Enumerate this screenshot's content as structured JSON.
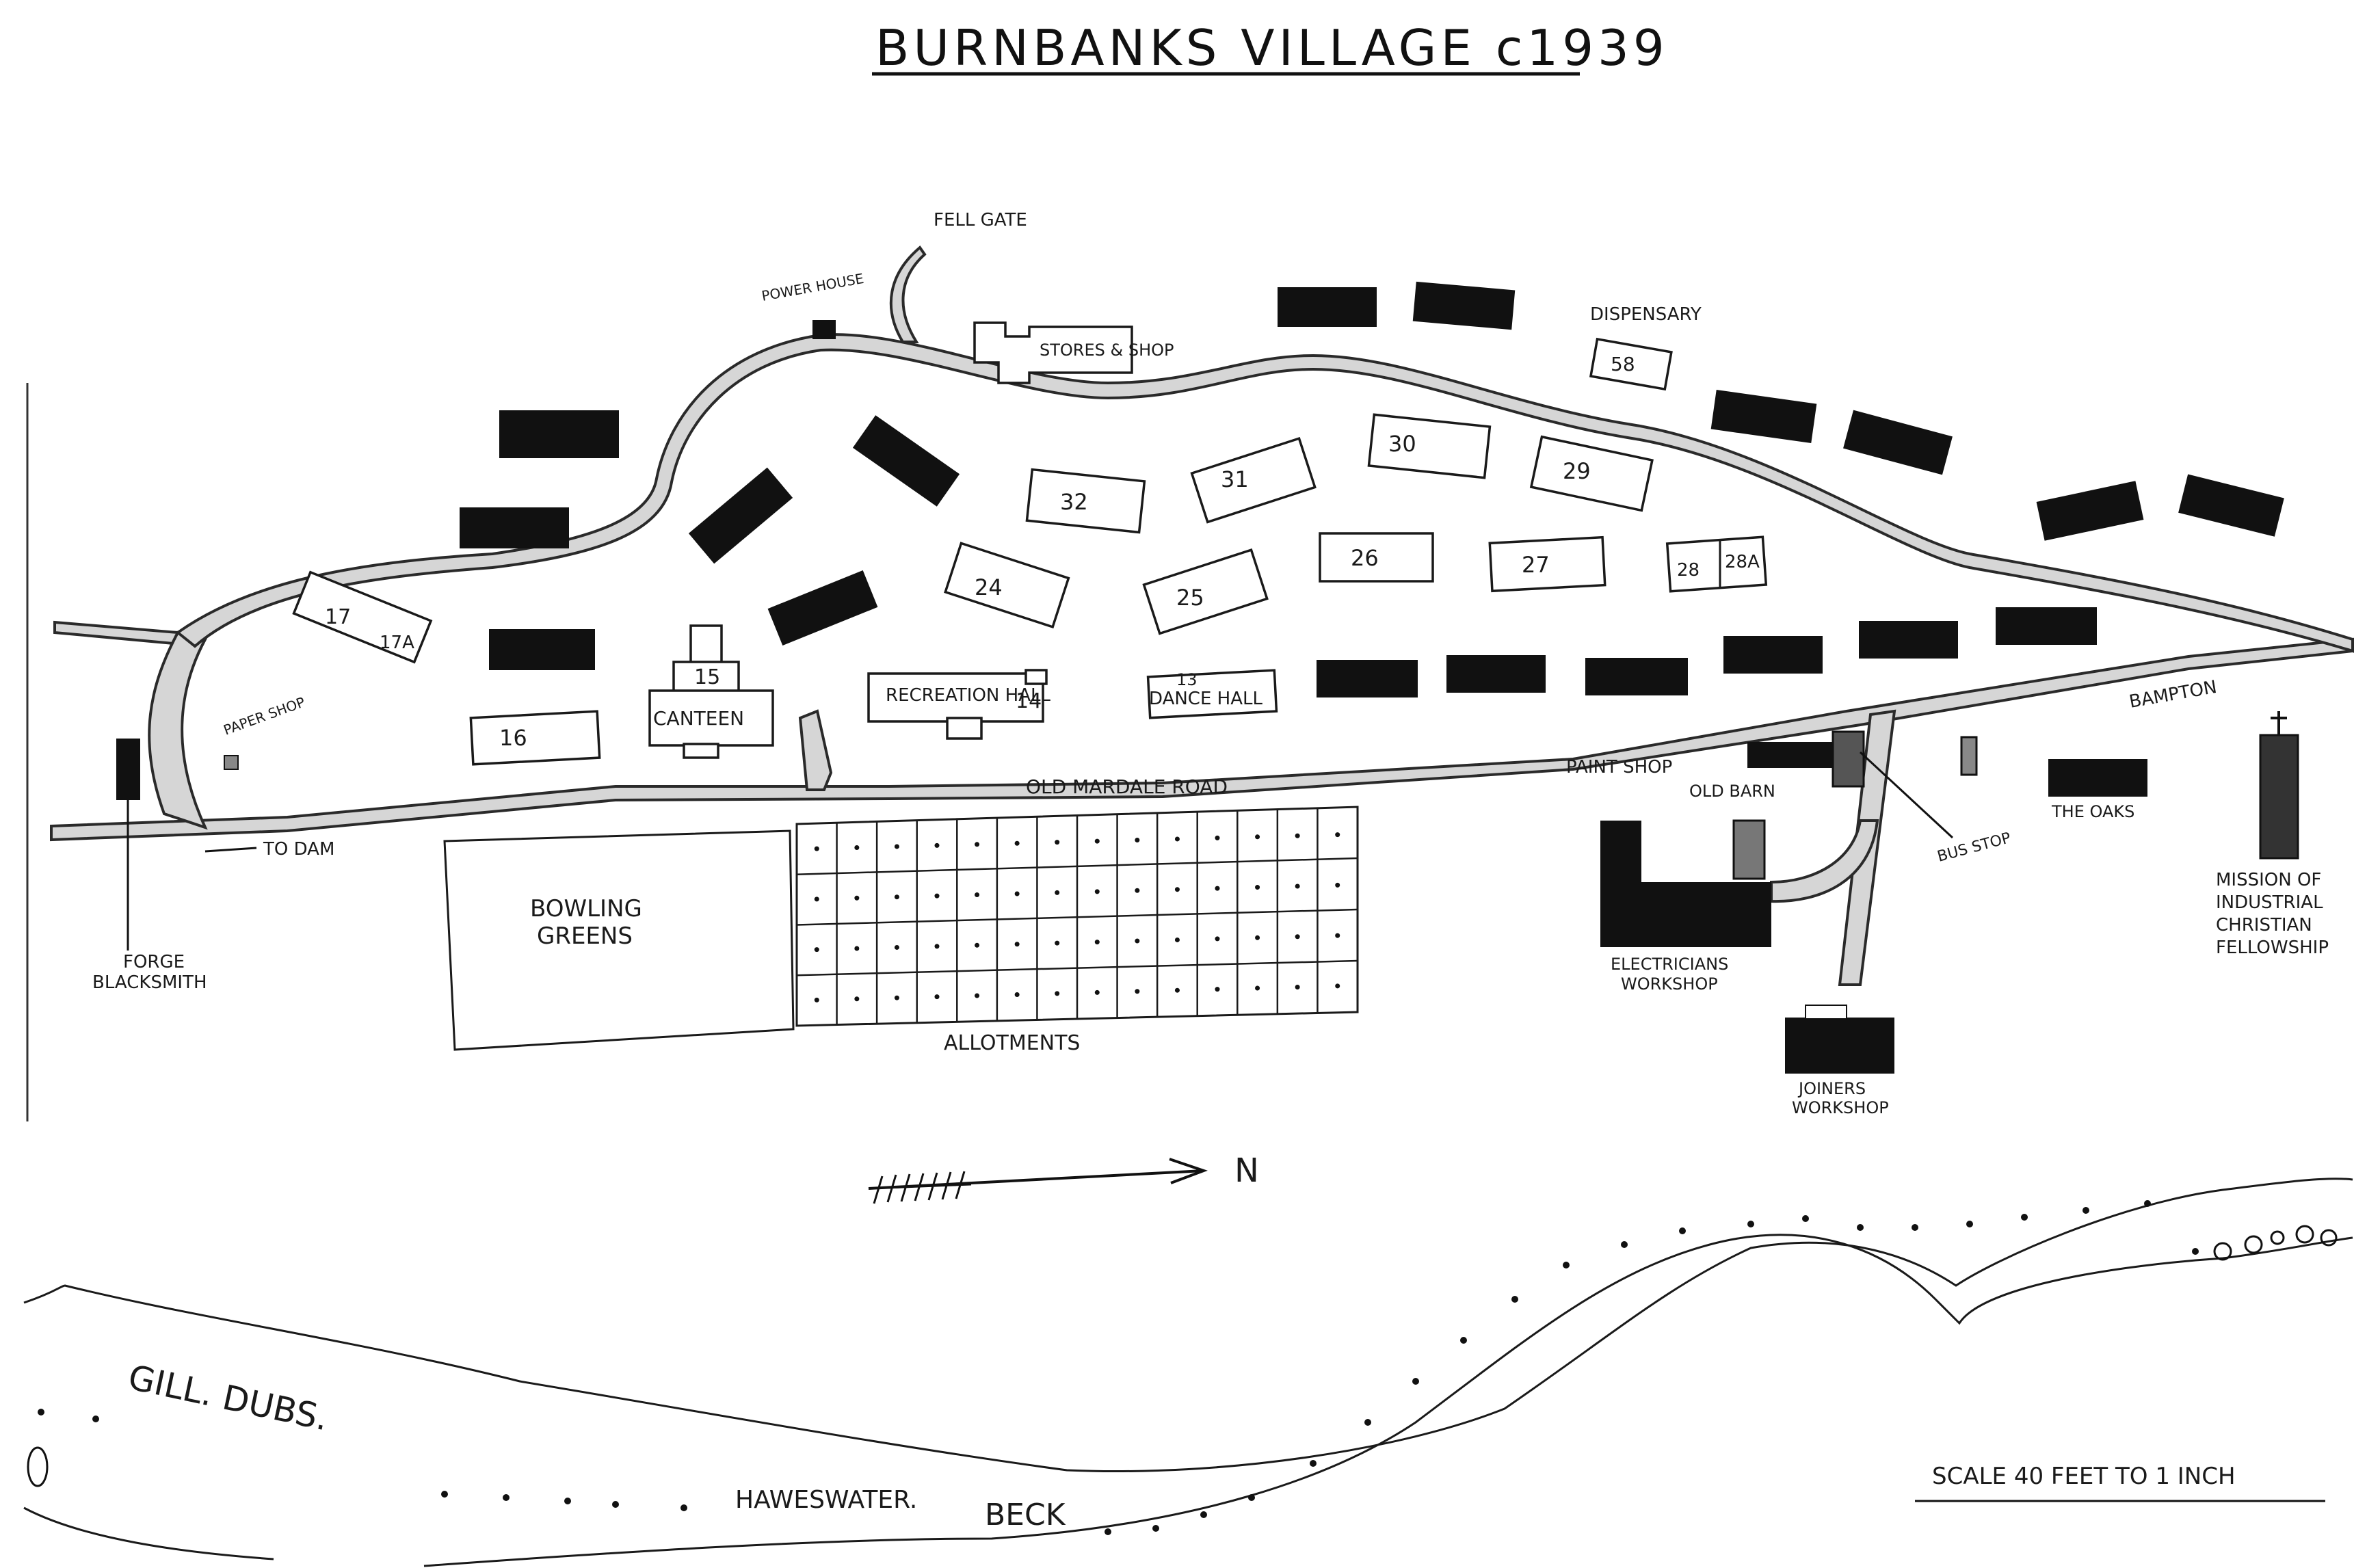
{
  "title": "BURNBANKS VILLAGE c1939",
  "labels": {
    "fell_gate": "FELL GATE",
    "power_house": "POWER HOUSE",
    "stores_shop": "STORES & SHOP",
    "dispensary": "DISPENSARY",
    "paper_shop": "PAPER SHOP",
    "to_dam": "TO DAM",
    "forge": "FORGE",
    "blacksmith": "BLACKSMITH",
    "canteen": "CANTEEN",
    "recreation_hall": "RECREATION HALL",
    "dance_hall": "DANCE HALL",
    "old_mardale_road": "OLD MARDALE ROAD",
    "bampton": "BAMPTON",
    "paint_shop": "PAINT SHOP",
    "old_barn": "OLD BARN",
    "bus_stop": "BUS STOP",
    "the_oaks": "THE OAKS",
    "mission_line1": "MISSION OF",
    "mission_line2": "INDUSTRIAL",
    "mission_line3": "CHRISTIAN",
    "mission_line4": "FELLOWSHIP",
    "bowling_greens_1": "BOWLING",
    "bowling_greens_2": "GREENS",
    "allotments": "ALLOTMENTS",
    "electricians_1": "ELECTRICIANS",
    "electricians_2": "WORKSHOP",
    "joiners_1": "JOINERS",
    "joiners_2": "WORKSHOP",
    "north": "N",
    "gill_dubs": "GILL. DUBS.",
    "haweswater": "HAWESWATER.",
    "beck": "BECK",
    "scale": "SCALE 40 FEET TO 1 INCH"
  },
  "house_numbers": {
    "n58": "58",
    "n30": "30",
    "n31": "31",
    "n29": "29",
    "n32": "32",
    "n24": "24",
    "n25": "25",
    "n26": "26",
    "n27": "27",
    "n28": "28",
    "n28a": "28A",
    "n17": "17",
    "n17a": "17A",
    "n16": "16",
    "n15": "15",
    "n14": "14",
    "n13": "13"
  },
  "colors": {
    "ink": "#111111",
    "road_fill": "#d6d6d6",
    "paper": "#ffffff"
  }
}
